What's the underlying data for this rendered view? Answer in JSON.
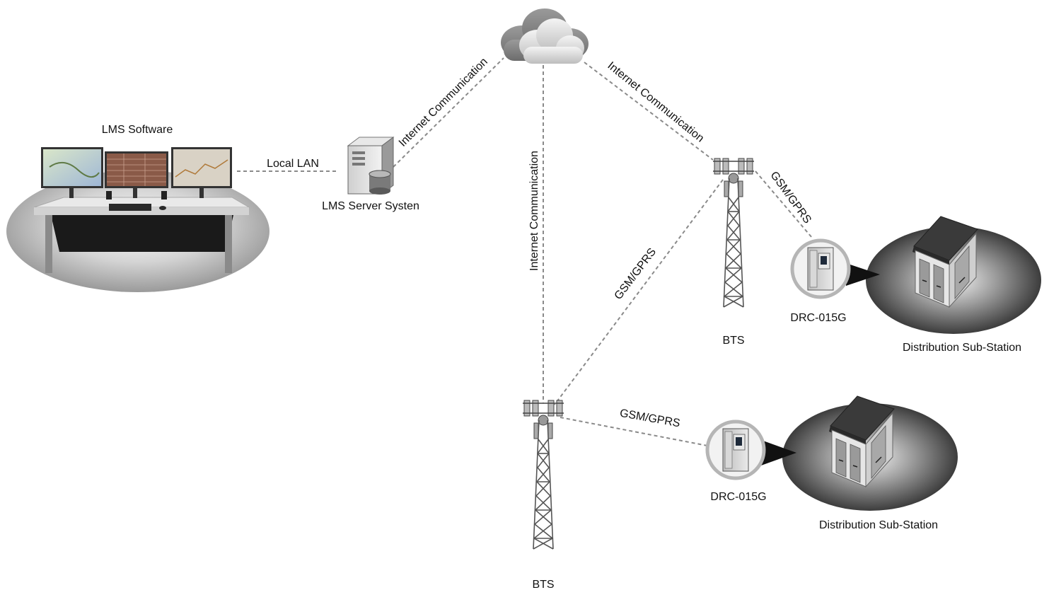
{
  "nodes": {
    "workstation": "LMS Software",
    "server": "LMS Server Systen",
    "bts_top": "BTS",
    "bts_bottom": "BTS",
    "drc_top": "DRC-015G",
    "drc_bottom": "DRC-015G",
    "substation_top": "Distribution Sub-Station",
    "substation_bottom": "Distribution Sub-Station"
  },
  "links": {
    "workstation_server": "Local LAN",
    "server_cloud": "Internet Communication",
    "cloud_bts_bottom": "Internet Communication",
    "cloud_bts_top": "Internet Communication",
    "bts_top_bts_bottom": "GSM/GPRS",
    "bts_top_drc": "GSM/GPRS",
    "bts_bottom_drc": "GSM/GPRS"
  },
  "icons": {
    "cloud": "cloud-icon",
    "server": "server-icon",
    "tower": "cell-tower-icon",
    "controller": "controller-cabinet-icon",
    "building": "substation-building-icon",
    "desk": "workstation-desk-icon"
  }
}
